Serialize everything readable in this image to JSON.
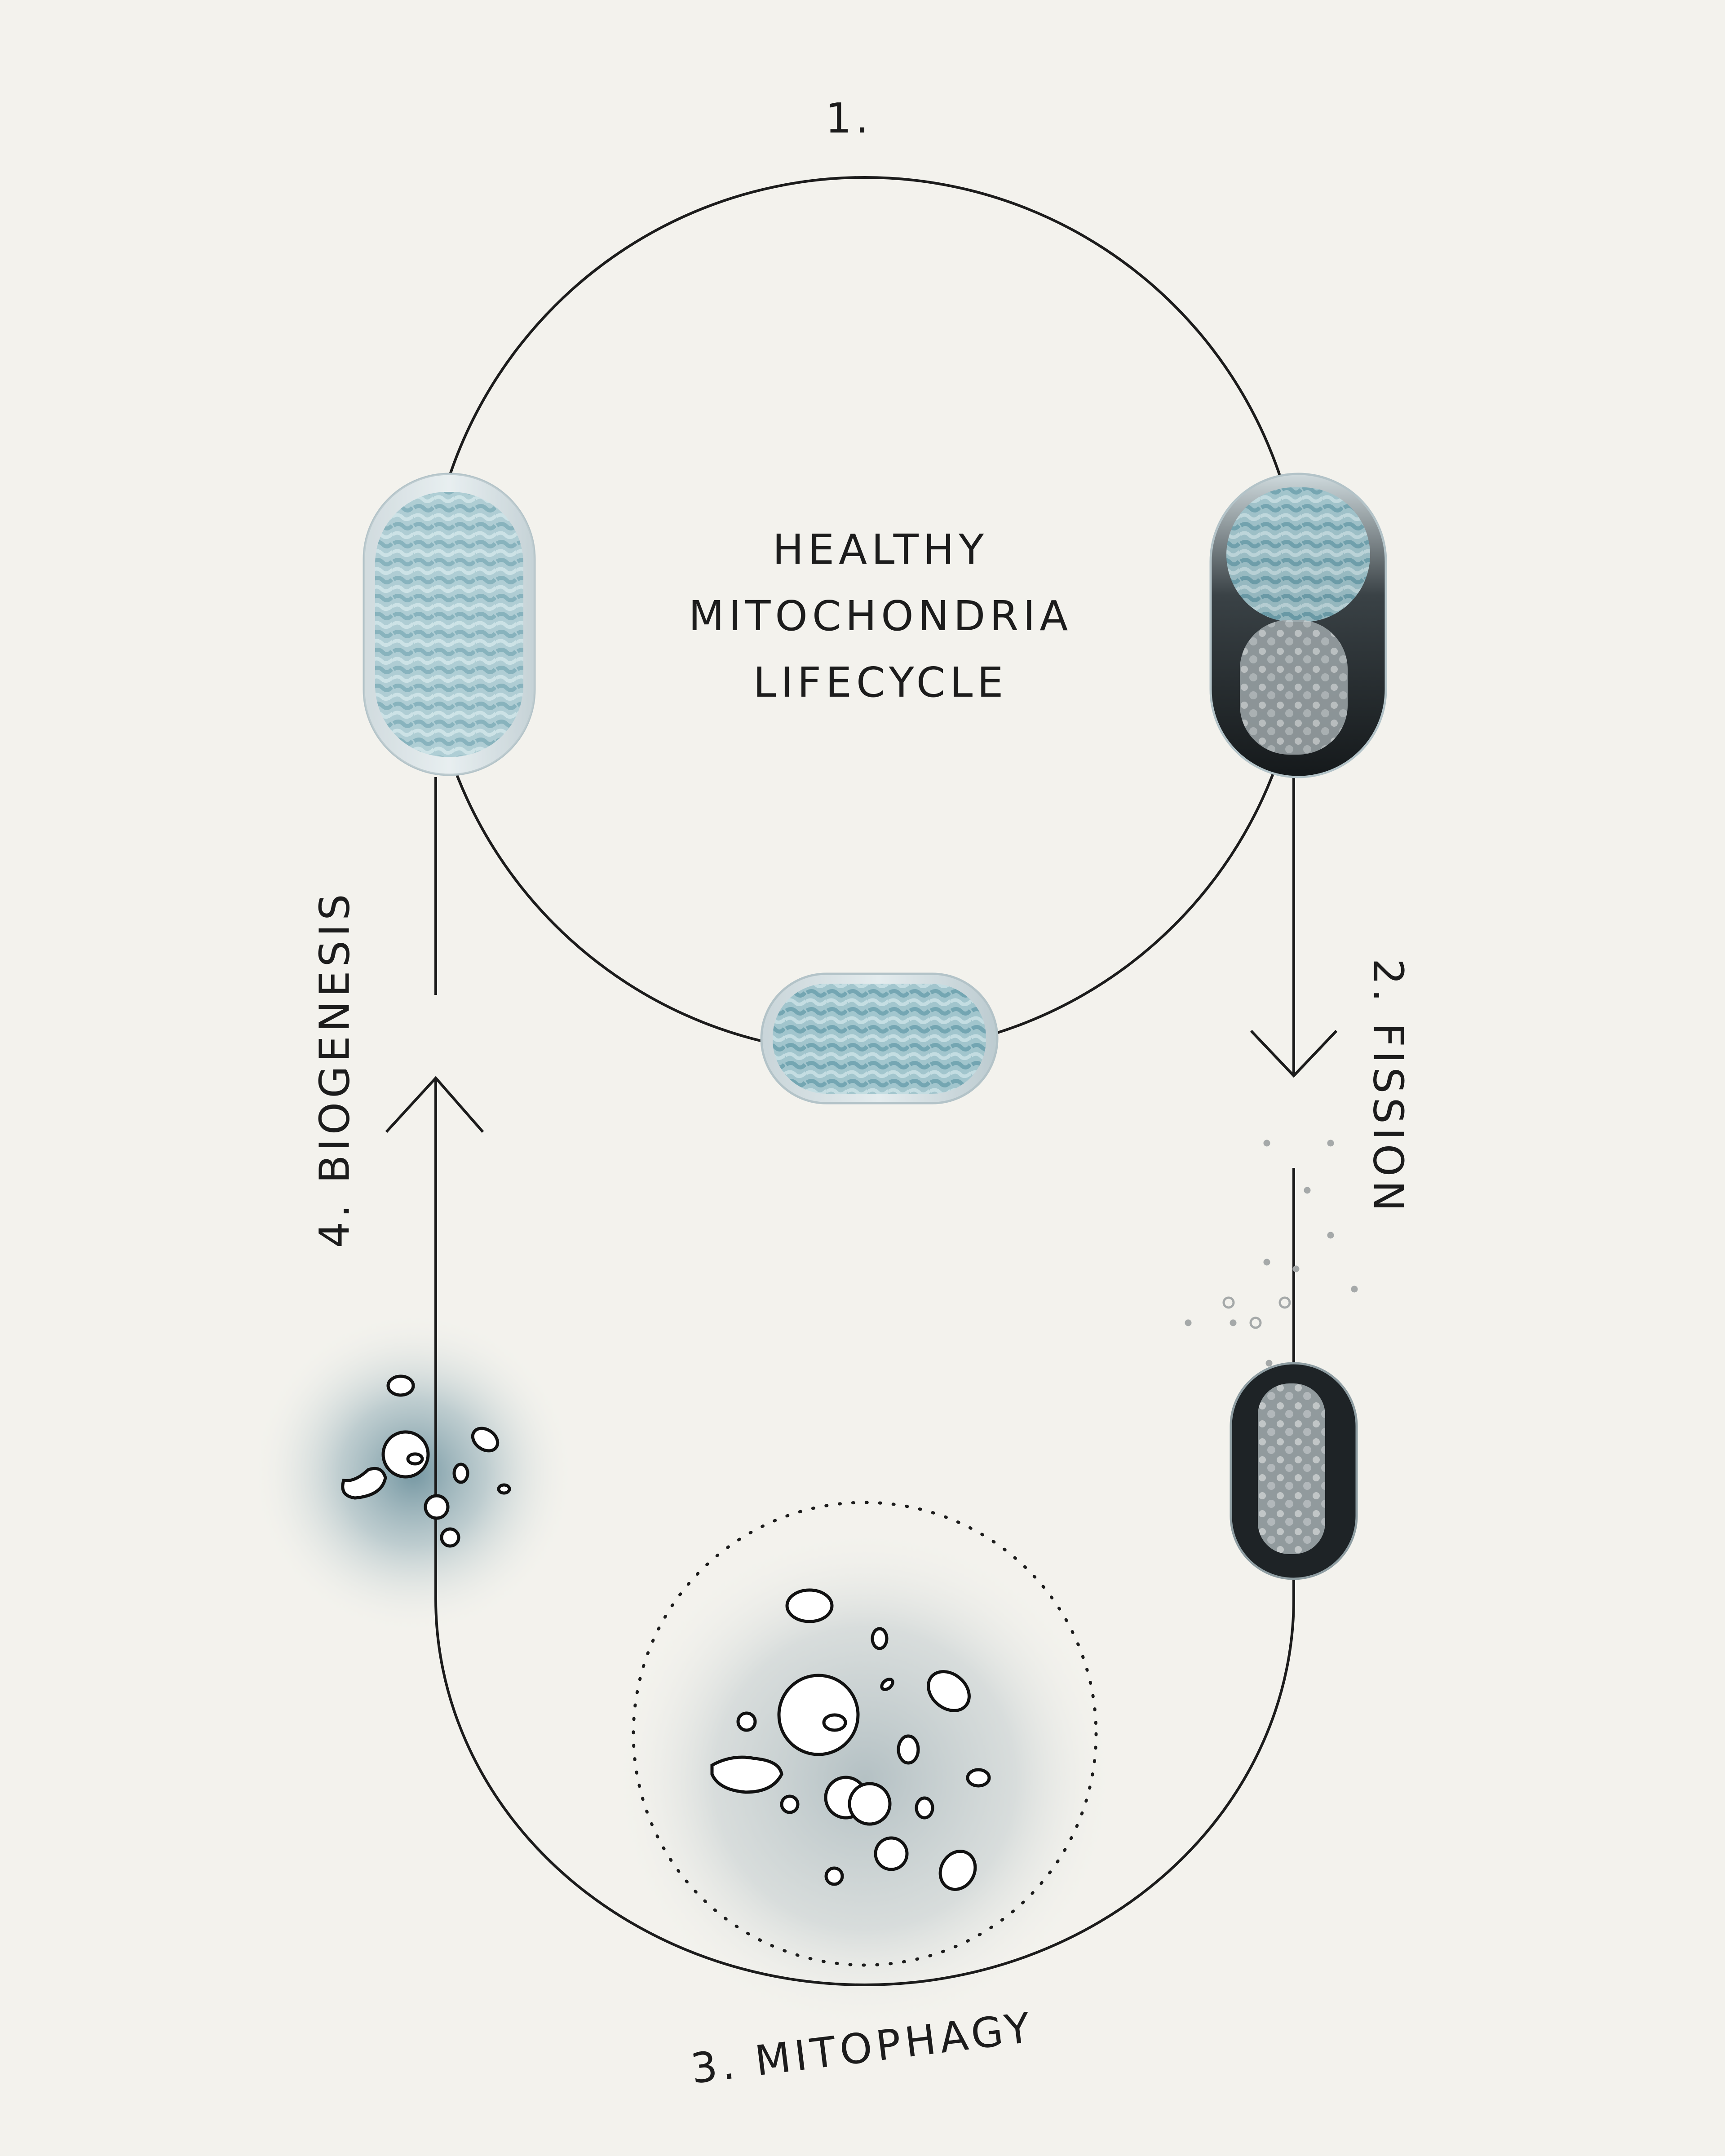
{
  "diagram": {
    "step1": "1.",
    "title_lines": [
      "HEALTHY",
      "MITOCHONDRIA",
      "LIFECYCLE"
    ],
    "step2": "2. FISSION",
    "step3": "3. MITOPHAGY",
    "step4": "4. BIOGENESIS"
  },
  "colors": {
    "background": "#f3f2ed",
    "line": "#1c1c1c",
    "healthy_fill": "#9fc4cc",
    "damaged_fill": "#1e2326",
    "glow": "#5f8795"
  },
  "icons": [
    "healthy-mitochondrion-icon",
    "damaged-mitochondrion-icon",
    "fragment-particles-icon",
    "lysosome-vesicles-icon"
  ]
}
